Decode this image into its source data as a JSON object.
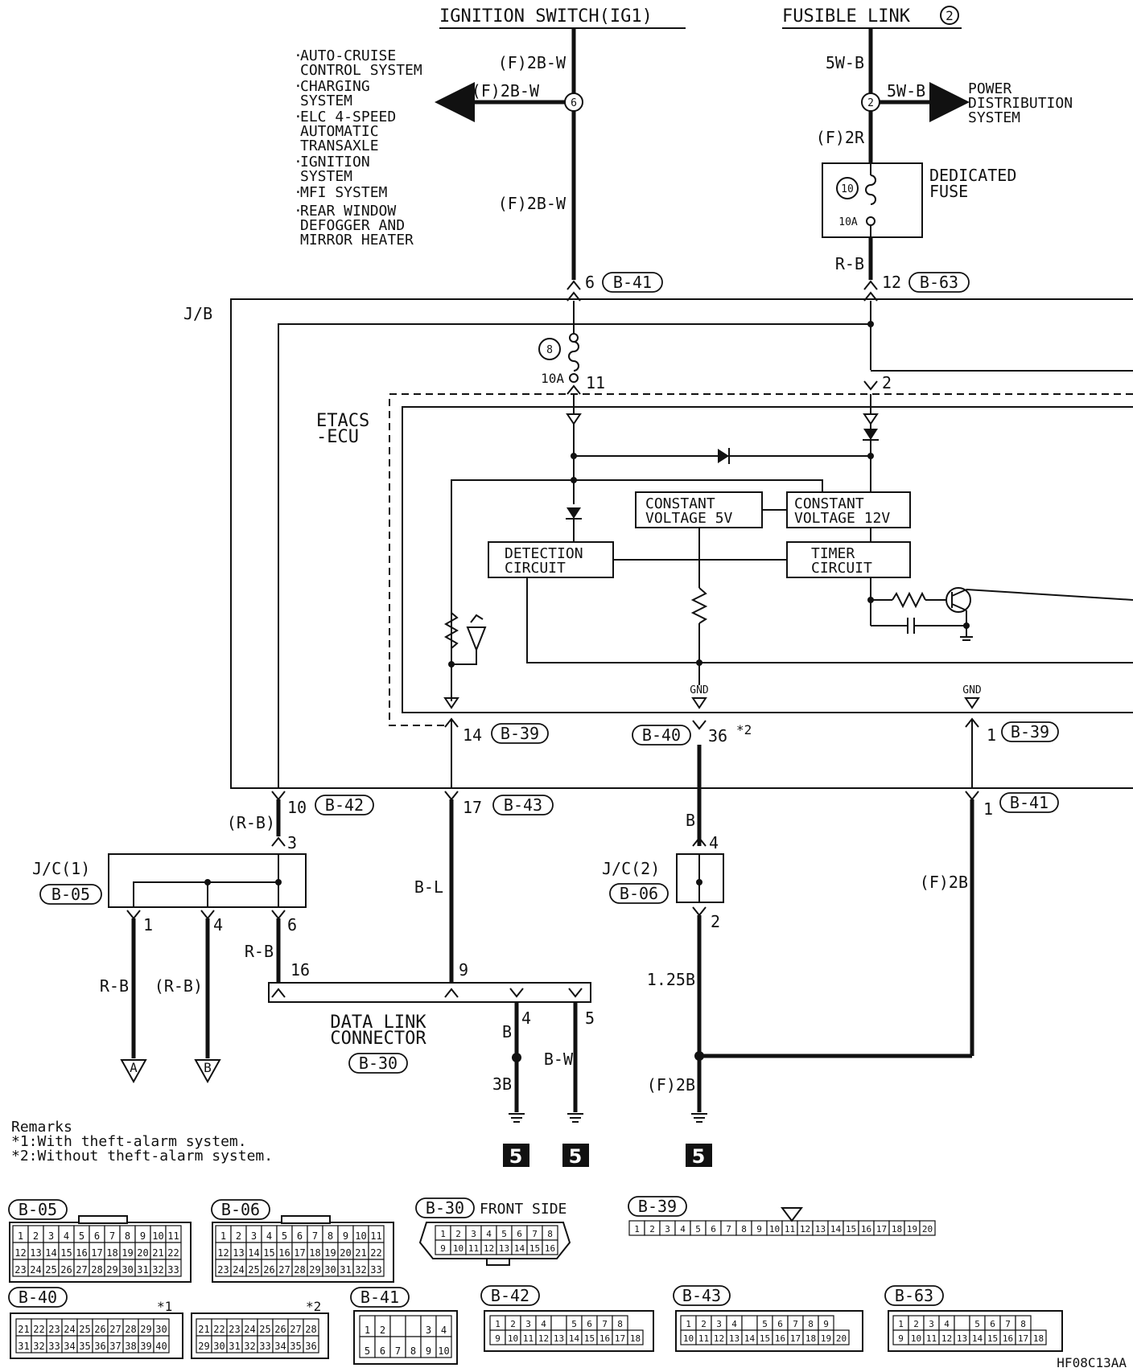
{
  "title_ignition": "IGNITION SWITCH(IG1)",
  "title_fusible": "FUSIBLE LINK",
  "title_fusible_num": "2",
  "branch_list": [
    "AUTO-CRUISE",
    "CONTROL SYSTEM",
    "CHARGING",
    "SYSTEM",
    "ELC 4-SPEED",
    "AUTOMATIC",
    "TRANSAXLE",
    "IGNITION",
    "SYSTEM",
    "MFI SYSTEM",
    "REAR WINDOW",
    "DEFOGGER AND",
    "MIRROR HEATER"
  ],
  "wires": {
    "f2bw_1": "(F)2B-W",
    "f2bw_2": "(F)2B-W",
    "f2bw_3": "(F)2B-W",
    "w5wb_1": "5W-B",
    "w5wb_2": "5W-B",
    "f2r": "(F)2R",
    "rb_top": "R-B",
    "rb_paren_1": "(R-B)",
    "rb_mid": "R-B",
    "rb_left": "R-B",
    "rb_paren_2": "(R-B)",
    "bl": "B-L",
    "b_1": "B",
    "b_2": "B",
    "bw": "B-W",
    "b3": "3B",
    "b125": "1.25B",
    "f2b_1": "(F)2B",
    "f2b_2": "(F)2B"
  },
  "splices": {
    "s6": "6",
    "s2": "2"
  },
  "power_dist": [
    "POWER",
    "DISTRIBUTION",
    "SYSTEM"
  ],
  "dedicated_fuse": {
    "label": [
      "DEDICATED",
      "FUSE"
    ],
    "number": "10",
    "rating": "10A"
  },
  "fuse8": {
    "number": "8",
    "rating": "10A"
  },
  "jb": "J/B",
  "etacs": [
    "ETACS",
    "-ECU"
  ],
  "blocks": {
    "cv5": [
      "CONSTANT",
      "VOLTAGE 5V"
    ],
    "cv12": [
      "CONSTANT",
      "VOLTAGE 12V"
    ],
    "detection": [
      "DETECTION",
      "CIRCUIT"
    ],
    "timer": [
      "TIMER",
      "CIRCUIT"
    ]
  },
  "gnd": "GND",
  "pins": {
    "p6": "6",
    "p12": "12",
    "p11": "11",
    "p2": "2",
    "p14": "14",
    "p36": "36",
    "p36_note": "*2",
    "p1a": "1",
    "p10": "10",
    "p17": "17",
    "p1b": "1",
    "jc1_in": "3",
    "jc1_o1": "1",
    "jc1_o2": "4",
    "jc1_o3": "6",
    "jc2_in": "4",
    "jc2_out": "2",
    "dl16": "16",
    "dl9": "9",
    "dl4": "4",
    "dl5": "5"
  },
  "connectors": {
    "b41": "B-41",
    "b63": "B-63",
    "b39": "B-39",
    "b40": "B-40",
    "b42": "B-42",
    "b43": "B-43",
    "b05": "B-05",
    "b06": "B-06",
    "b30": "B-30"
  },
  "jc1": "J/C(1)",
  "jc2": "J/C(2)",
  "dlc": [
    "DATA LINK",
    "CONNECTOR"
  ],
  "terminal_a": "A",
  "terminal_b": "B",
  "ground_mark": "5",
  "remarks": [
    "Remarks",
    "*1:With theft-alarm system.",
    "*2:Without theft-alarm system."
  ],
  "front_side": "FRONT SIDE",
  "note1": "*1",
  "note2": "*2",
  "code": "HF08C13AA"
}
